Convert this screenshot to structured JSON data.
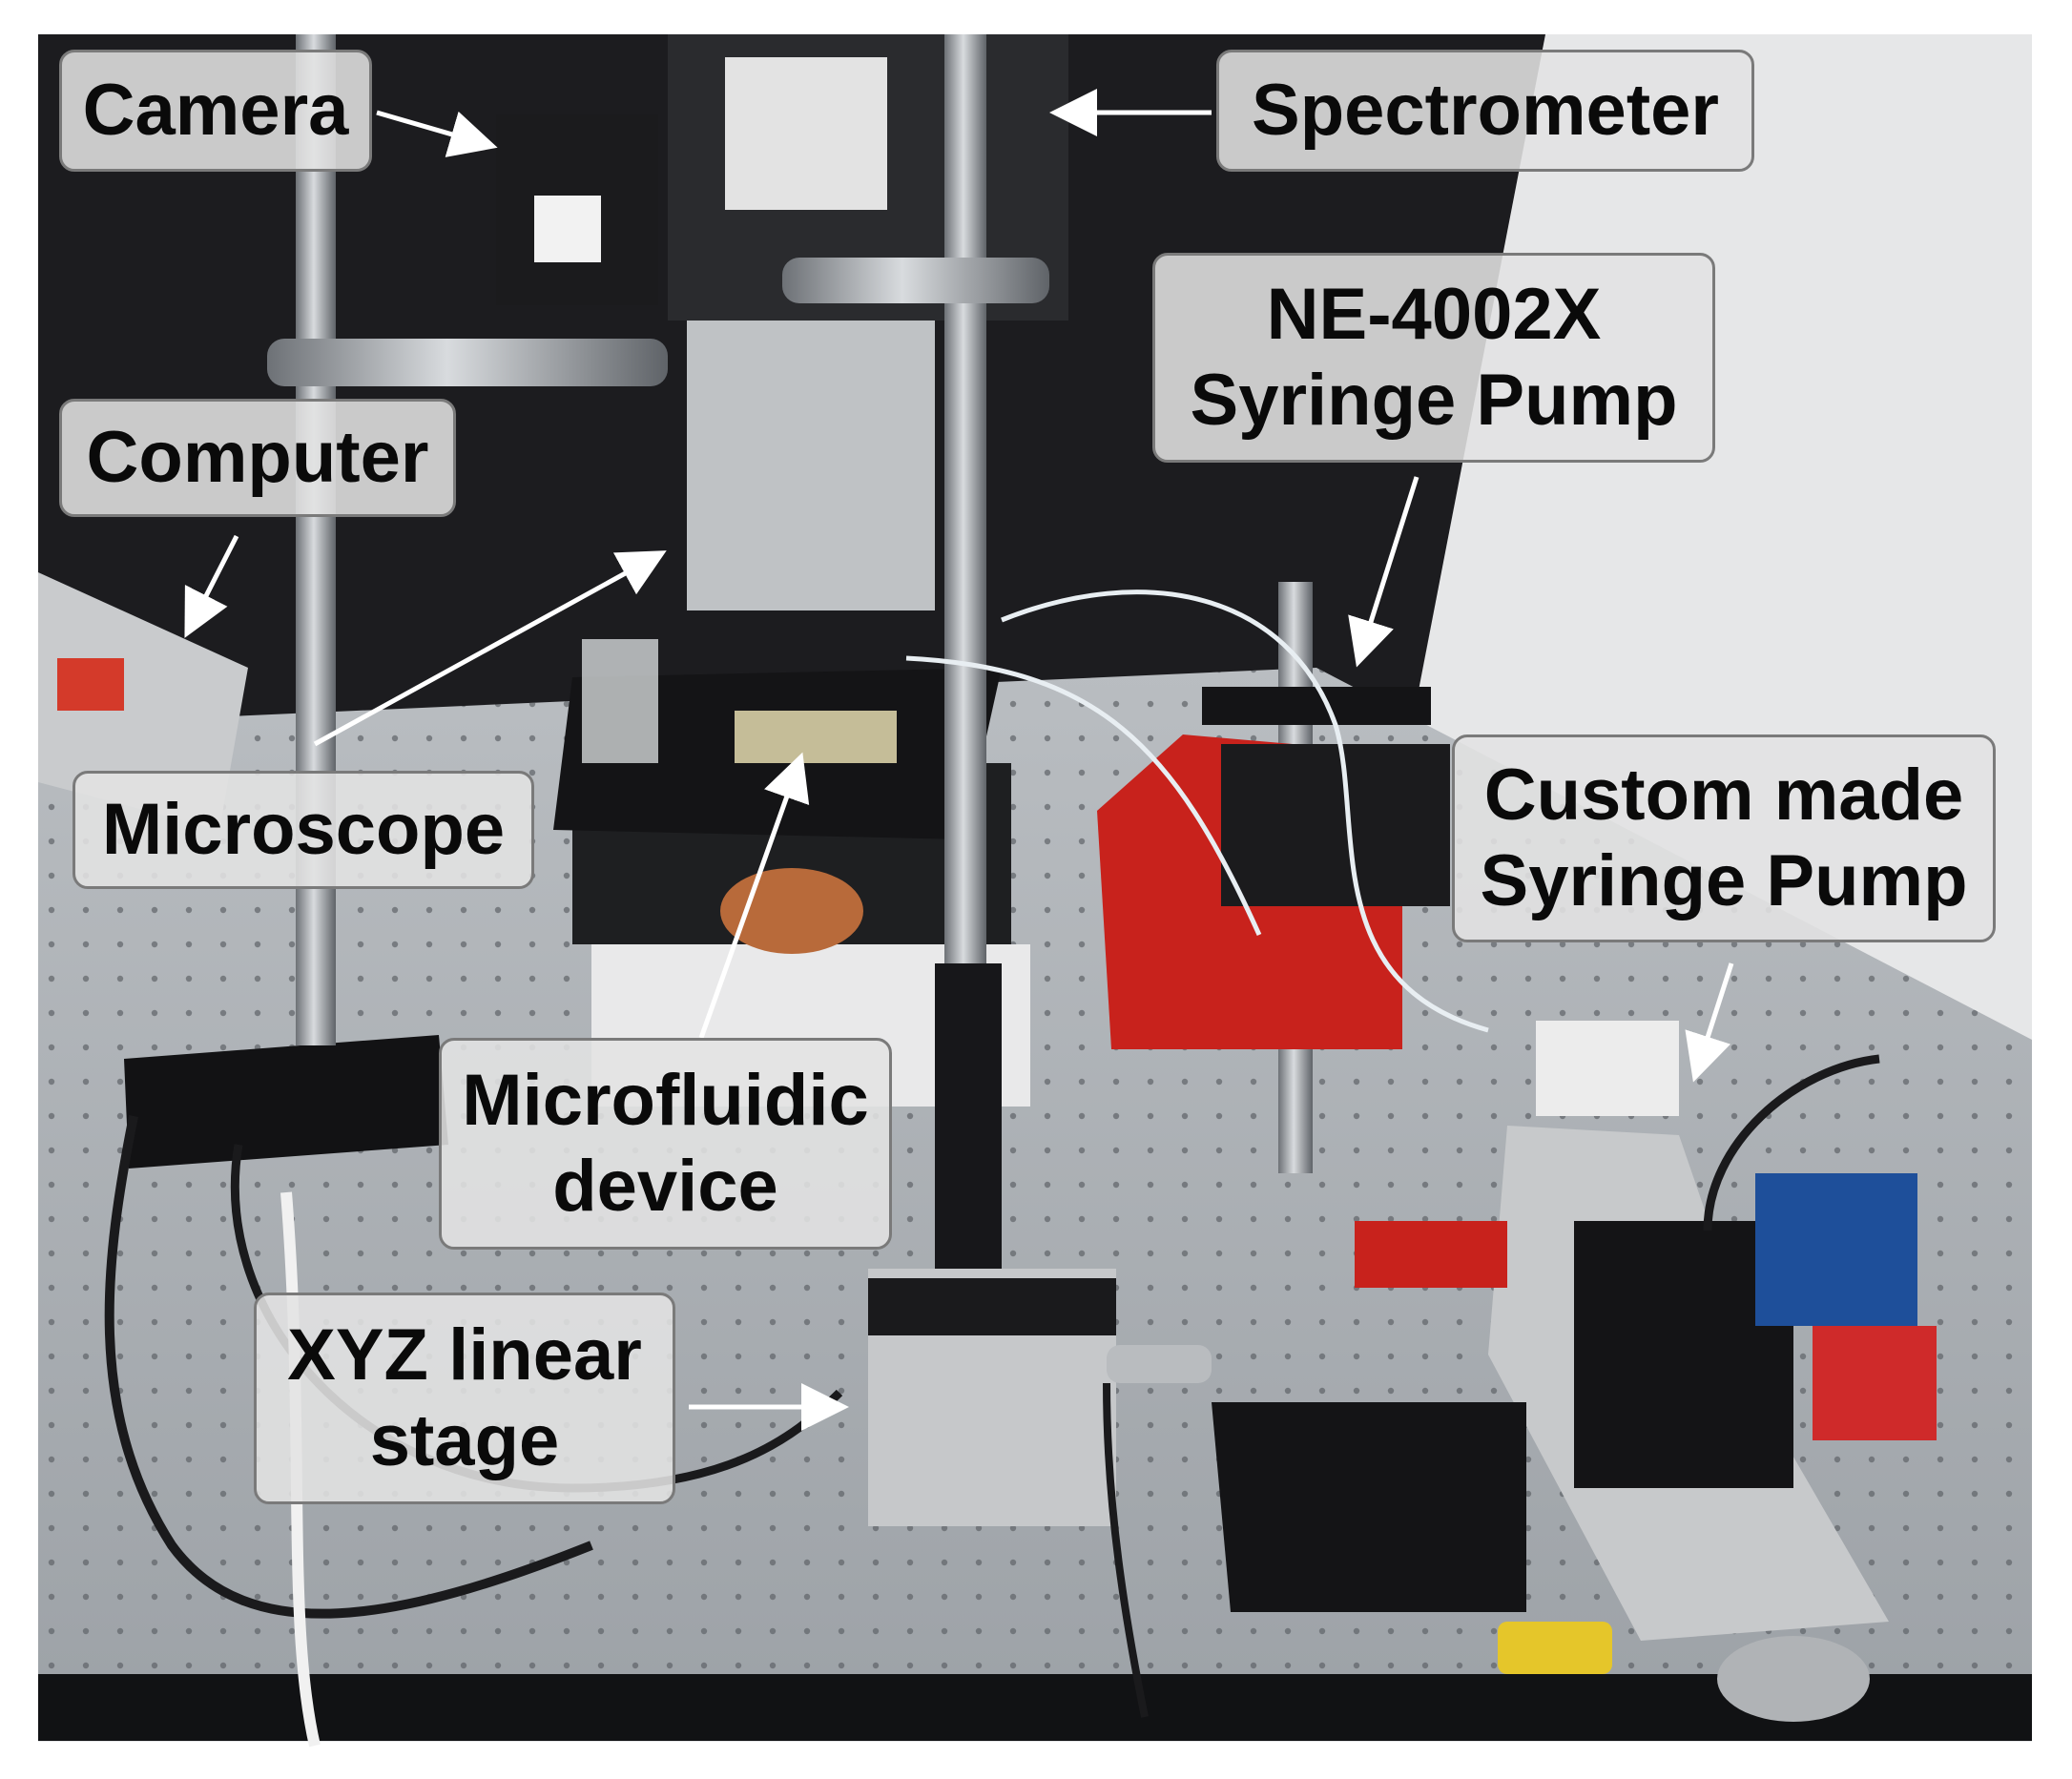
{
  "labels": {
    "camera": "Camera",
    "spectrometer": "Spectrometer",
    "syringe_pump_ne": [
      "NE-4002X",
      "Syringe Pump"
    ],
    "computer": "Computer",
    "microscope": "Microscope",
    "custom_pump": [
      "Custom made",
      "Syringe Pump"
    ],
    "microfluidic": [
      "Microfluidic",
      "device"
    ],
    "xyz_stage": [
      "XYZ linear",
      "stage"
    ]
  },
  "colors": {
    "table": "#a9aeb3",
    "background_wall": "#e8e9ea",
    "dark_curtain": "#1a1a1c",
    "pump_red": "#c8221c",
    "label_bg": "#e2e2e2"
  }
}
